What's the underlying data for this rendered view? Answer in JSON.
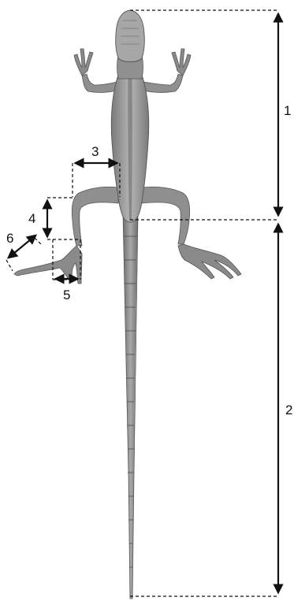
{
  "measurements": [
    {
      "label": "1"
    },
    {
      "label": "2"
    },
    {
      "label": "3"
    },
    {
      "label": "4"
    },
    {
      "label": "5"
    },
    {
      "label": "6"
    }
  ],
  "colors": {
    "lizard_body": "#9a9a9a",
    "lizard_dark": "#6e6e6e",
    "lizard_light": "#c4c4c4",
    "annotation": "#111111"
  }
}
